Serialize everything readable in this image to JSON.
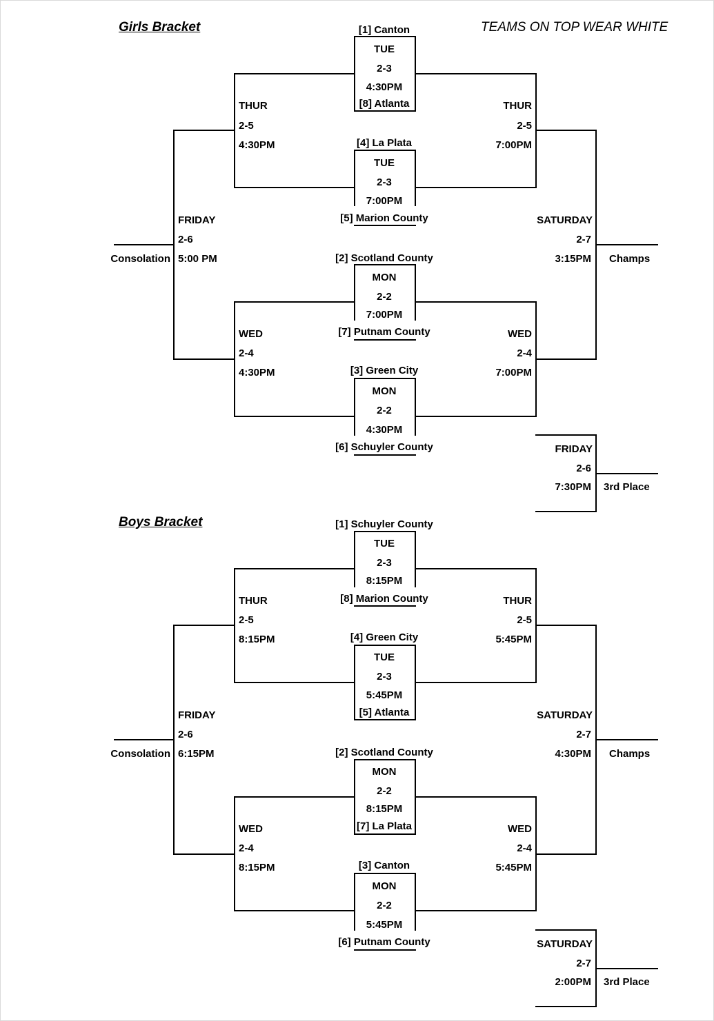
{
  "note": "TEAMS ON TOP WEAR WHITE",
  "girls": {
    "title": "Girls Bracket",
    "q1": {
      "top": "[1]  Canton",
      "bottom": "[8] Atlanta",
      "day": "TUE",
      "date": "2-3",
      "time": "4:30PM"
    },
    "q2": {
      "top": "[4] La Plata",
      "bottom": "[5] Marion County",
      "day": "TUE",
      "date": "2-3",
      "time": "7:00PM"
    },
    "q3": {
      "top": "[2] Scotland County",
      "bottom": "[7] Putnam County",
      "day": "MON",
      "date": "2-2",
      "time": "7:00PM"
    },
    "q4": {
      "top": "[3] Green City",
      "bottom": "[6] Schuyler County",
      "day": "MON",
      "date": "2-2",
      "time": "4:30PM"
    },
    "cons_semi_top": {
      "day": "THUR",
      "date": "2-5",
      "time": "4:30PM"
    },
    "cons_semi_bottom": {
      "day": "WED",
      "date": "2-4",
      "time": "4:30PM"
    },
    "champ_semi_top": {
      "day": "THUR",
      "date": "2-5",
      "time": "7:00PM"
    },
    "champ_semi_bottom": {
      "day": "WED",
      "date": "2-4",
      "time": "7:00PM"
    },
    "consolation": {
      "day": "FRIDAY",
      "date": "2-6",
      "time": "5:00 PM",
      "label": "Consolation"
    },
    "champs": {
      "day": "SATURDAY",
      "date": "2-7",
      "time": "3:15PM",
      "label": "Champs"
    },
    "third": {
      "day": "FRIDAY",
      "date": "2-6",
      "time": "7:30PM",
      "label": "3rd Place"
    }
  },
  "boys": {
    "title": "Boys Bracket",
    "q1": {
      "top": "[1] Schuyler County",
      "bottom": "[8] Marion County",
      "day": "TUE",
      "date": "2-3",
      "time": "8:15PM"
    },
    "q2": {
      "top": "[4] Green City",
      "bottom": "[5] Atlanta",
      "day": "TUE",
      "date": "2-3",
      "time": "5:45PM"
    },
    "q3": {
      "top": "[2] Scotland County",
      "bottom": "[7] La Plata",
      "day": "MON",
      "date": "2-2",
      "time": "8:15PM"
    },
    "q4": {
      "top": "[3] Canton",
      "bottom": "[6] Putnam County",
      "day": "MON",
      "date": "2-2",
      "time": "5:45PM"
    },
    "cons_semi_top": {
      "day": "THUR",
      "date": "2-5",
      "time": "8:15PM"
    },
    "cons_semi_bottom": {
      "day": "WED",
      "date": "2-4",
      "time": "8:15PM"
    },
    "champ_semi_top": {
      "day": "THUR",
      "date": "2-5",
      "time": "5:45PM"
    },
    "champ_semi_bottom": {
      "day": "WED",
      "date": "2-4",
      "time": "5:45PM"
    },
    "consolation": {
      "day": "FRIDAY",
      "date": "2-6",
      "time": "6:15PM",
      "label": "Consolation"
    },
    "champs": {
      "day": "SATURDAY",
      "date": "2-7",
      "time": "4:30PM",
      "label": "Champs"
    },
    "third": {
      "day": "SATURDAY",
      "date": "2-7",
      "time": "2:00PM",
      "label": "3rd Place"
    }
  }
}
